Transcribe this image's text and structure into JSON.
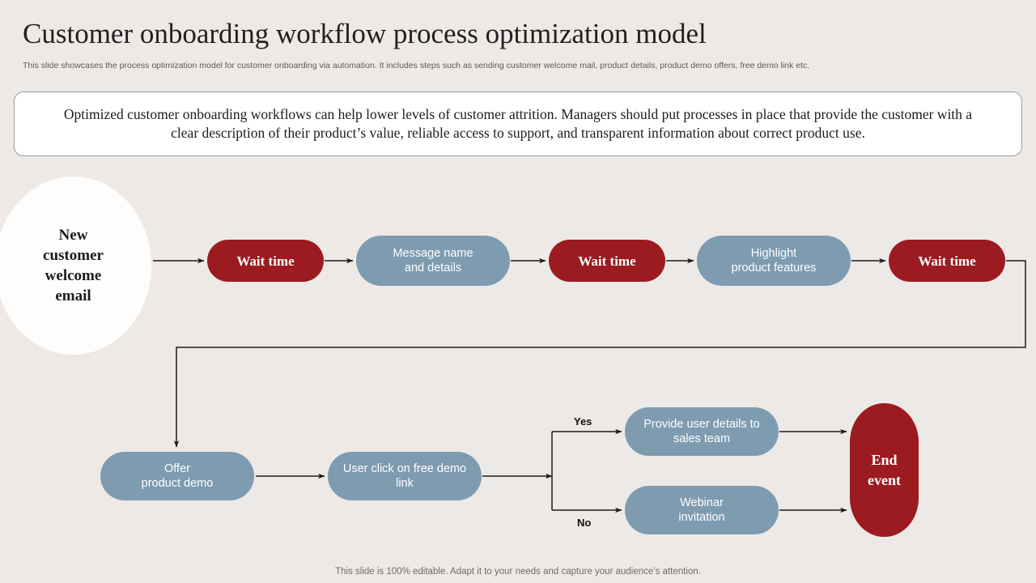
{
  "slide": {
    "title": "Customer onboarding workflow process optimization model",
    "subtitle": "This slide showcases the process optimization model for customer onboarding via automation. It includes steps such as sending customer welcome mail, product details, product demo offers, free demo link etc.",
    "callout": "Optimized customer onboarding  workflows can help lower levels of customer attrition. Managers should put processes in place that provide the customer with a clear description of their product’s value, reliable access to support, and transparent information about correct product use.",
    "footer": "This slide is 100% editable. Adapt it to your needs and capture your audience’s attention."
  },
  "colors": {
    "background": "#EDE9E6",
    "accent_red": "#9B1B21",
    "accent_blue": "#7E9BB0",
    "callout_fill": "#FFFFFF",
    "callout_border": "#9E9E9E",
    "circle_fill": "#FFFDFB",
    "connector": "#1A1A1A",
    "title_text": "#231F20",
    "subtitle_text": "#5C5A57",
    "footer_text": "#6E6B68"
  },
  "flow": {
    "start": {
      "id": "new-customer-welcome-email",
      "label": "New\ncustomer\nwelcome\nemail",
      "shape": "circle",
      "style": "white"
    },
    "row1": [
      {
        "id": "wait-time-1",
        "label": "Wait time",
        "shape": "pill",
        "style": "red"
      },
      {
        "id": "message-name-and-details",
        "label": "Message name\nand details",
        "shape": "pill",
        "style": "blue"
      },
      {
        "id": "wait-time-2",
        "label": "Wait time",
        "shape": "pill",
        "style": "red"
      },
      {
        "id": "highlight-product-features",
        "label": "Highlight\nproduct features",
        "shape": "pill",
        "style": "blue"
      },
      {
        "id": "wait-time-3",
        "label": "Wait time",
        "shape": "pill",
        "style": "red"
      }
    ],
    "row2": [
      {
        "id": "offer-product-demo",
        "label": "Offer\nproduct demo",
        "shape": "pill",
        "style": "blue"
      },
      {
        "id": "user-click-on-free-demo-link",
        "label": "User click on free demo\nlink",
        "shape": "pill",
        "style": "blue"
      }
    ],
    "decision": {
      "yes_label": "Yes",
      "no_label": "No"
    },
    "branches": [
      {
        "id": "provide-user-details-to-sales-team",
        "label": "Provide user details to\nsales team",
        "shape": "pill",
        "style": "blue",
        "branch": "Yes"
      },
      {
        "id": "webinar-invitation",
        "label": "Webinar\ninvitation",
        "shape": "pill",
        "style": "blue",
        "branch": "No"
      }
    ],
    "end": {
      "id": "end-event",
      "label": "End\nevent",
      "shape": "pill-vertical",
      "style": "red"
    }
  }
}
